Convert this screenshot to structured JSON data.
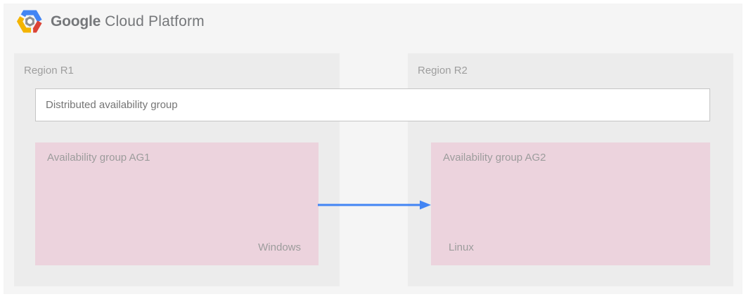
{
  "header": {
    "logo": {
      "brand_primary": "Google",
      "brand_secondary": "Cloud Platform"
    }
  },
  "regions": [
    {
      "label": "Region R1"
    },
    {
      "label": "Region R2"
    }
  ],
  "distributed_group": {
    "label": "Distributed availability group"
  },
  "availability_groups": [
    {
      "label": "Availability group AG1",
      "os": "Windows"
    },
    {
      "label": "Availability group AG2",
      "os": "Linux"
    }
  ],
  "colors": {
    "canvas_bg": "#f5f5f5",
    "region_bg": "#ececec",
    "availability_group_bg": "#ecd3dd",
    "dag_border": "#c5c5c5",
    "arrow_blue": "#4285f4",
    "label_gray": "#9e9e9e",
    "logo_blue": "#4285f4",
    "logo_red": "#db4437",
    "logo_yellow": "#f4b400",
    "logo_inner_gray": "#8d8f92"
  }
}
